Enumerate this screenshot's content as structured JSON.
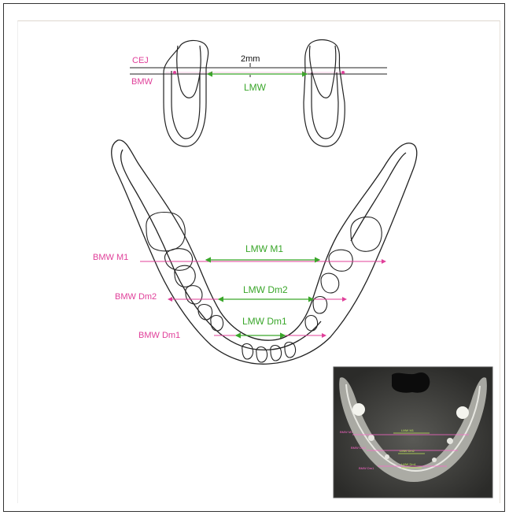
{
  "labels": {
    "cej": "CEJ",
    "two_mm": "2mm",
    "bmw": "BMW",
    "lmw": "LMW",
    "bmw_m1": "BMW M1",
    "lmw_m1": "LMW M1",
    "bmw_dm2": "BMW Dm2",
    "lmw_dm2": "LMW Dm2",
    "lmw_dm1": "LMW Dm1",
    "bmw_dm1": "BMW Dm1"
  },
  "colors": {
    "bmw": "#e0409a",
    "lmw": "#3aa62a",
    "outline": "#222222",
    "ct_background": "#3a3a38"
  }
}
